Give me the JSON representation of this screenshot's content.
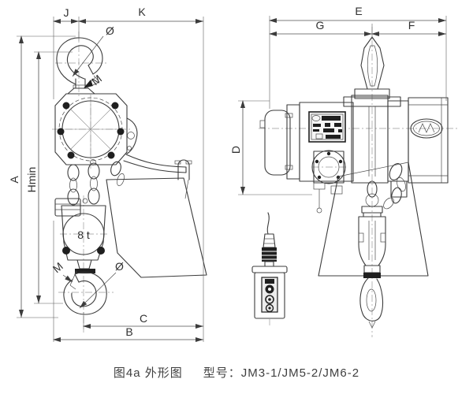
{
  "caption": {
    "figure_label": "图4a 外形图",
    "model_label": "型号：JM3-1/JM5-2/JM6-2"
  },
  "front_view": {
    "dim_labels": {
      "j": "J",
      "k": "K",
      "a": "A",
      "hmin": "Hmin",
      "c": "C",
      "b": "B"
    },
    "annotations": {
      "hook_diameter_top": "Ø",
      "hook_thread_top": "M",
      "capacity_marking": "8 t",
      "hook_thread_bottom": "M",
      "hook_diameter_bottom": "Ø"
    }
  },
  "side_view": {
    "dim_labels": {
      "e": "E",
      "g": "G",
      "f": "F",
      "d": "D"
    }
  },
  "colors": {
    "line": "#3c3c3c",
    "dimension": "#4f4f4f",
    "centerline": "#9a9a9a",
    "dark_fill": "#1f1f1f",
    "background": "#ffffff"
  }
}
